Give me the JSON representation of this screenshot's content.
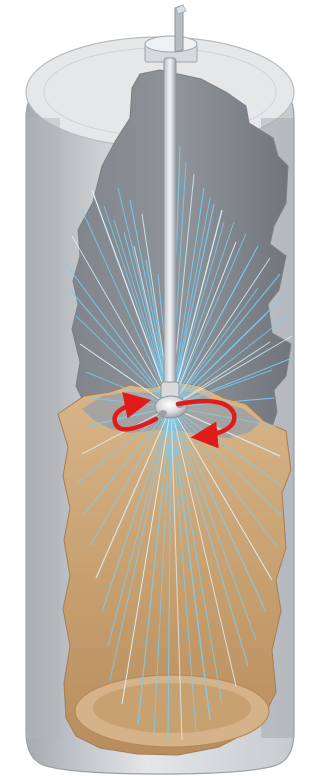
{
  "illustration": {
    "components": {
      "silo": "cylindrical-silo",
      "lance": "vertical-cleaning-lance",
      "nozzle": "rotating-spray-nozzle",
      "rotation_arrows": 2,
      "contents": "stored-bulk-material"
    },
    "colors": {
      "background": "#ffffff",
      "silo_shell_light": "#e4e6e8",
      "silo_shell_mid": "#c7cbcf",
      "silo_shell_dark": "#a6abb0",
      "interior_wall": "#8f959b",
      "material_light": "#d8b58a",
      "material_mid": "#c8a171",
      "material_dark": "#b88d5e",
      "spray_blue": "#7ccdf0",
      "spray_highlight": "#d7f3ff",
      "arrow_red": "#e11b1b"
    }
  }
}
